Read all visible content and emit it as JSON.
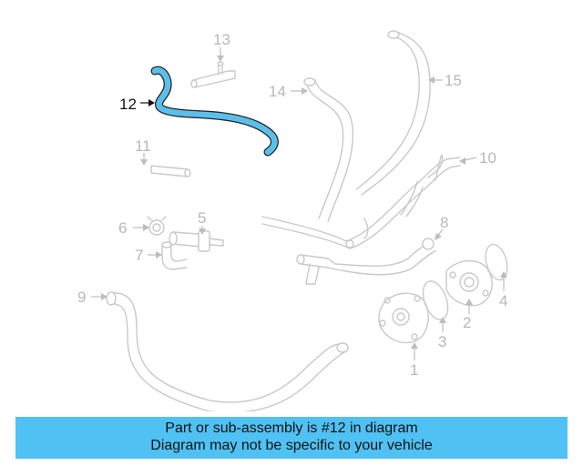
{
  "colors": {
    "highlight": "#5bbfea",
    "part_outline": "#c9c9c9",
    "callout_gray": "#b8b8b8",
    "caption_bg": "#4fc1f3",
    "caption_text": "#111111"
  },
  "callouts": {
    "n1": "1",
    "n2": "2",
    "n3": "3",
    "n4": "4",
    "n5": "5",
    "n6": "6",
    "n7": "7",
    "n8": "8",
    "n9": "9",
    "n10": "10",
    "n11": "11",
    "n12": "12",
    "n13": "13",
    "n14": "14",
    "n15": "15"
  },
  "highlighted_part": "12",
  "caption": {
    "line1": "Part or sub-assembly is #12 in diagram",
    "line2": "Diagram may not be specific to your vehicle"
  }
}
